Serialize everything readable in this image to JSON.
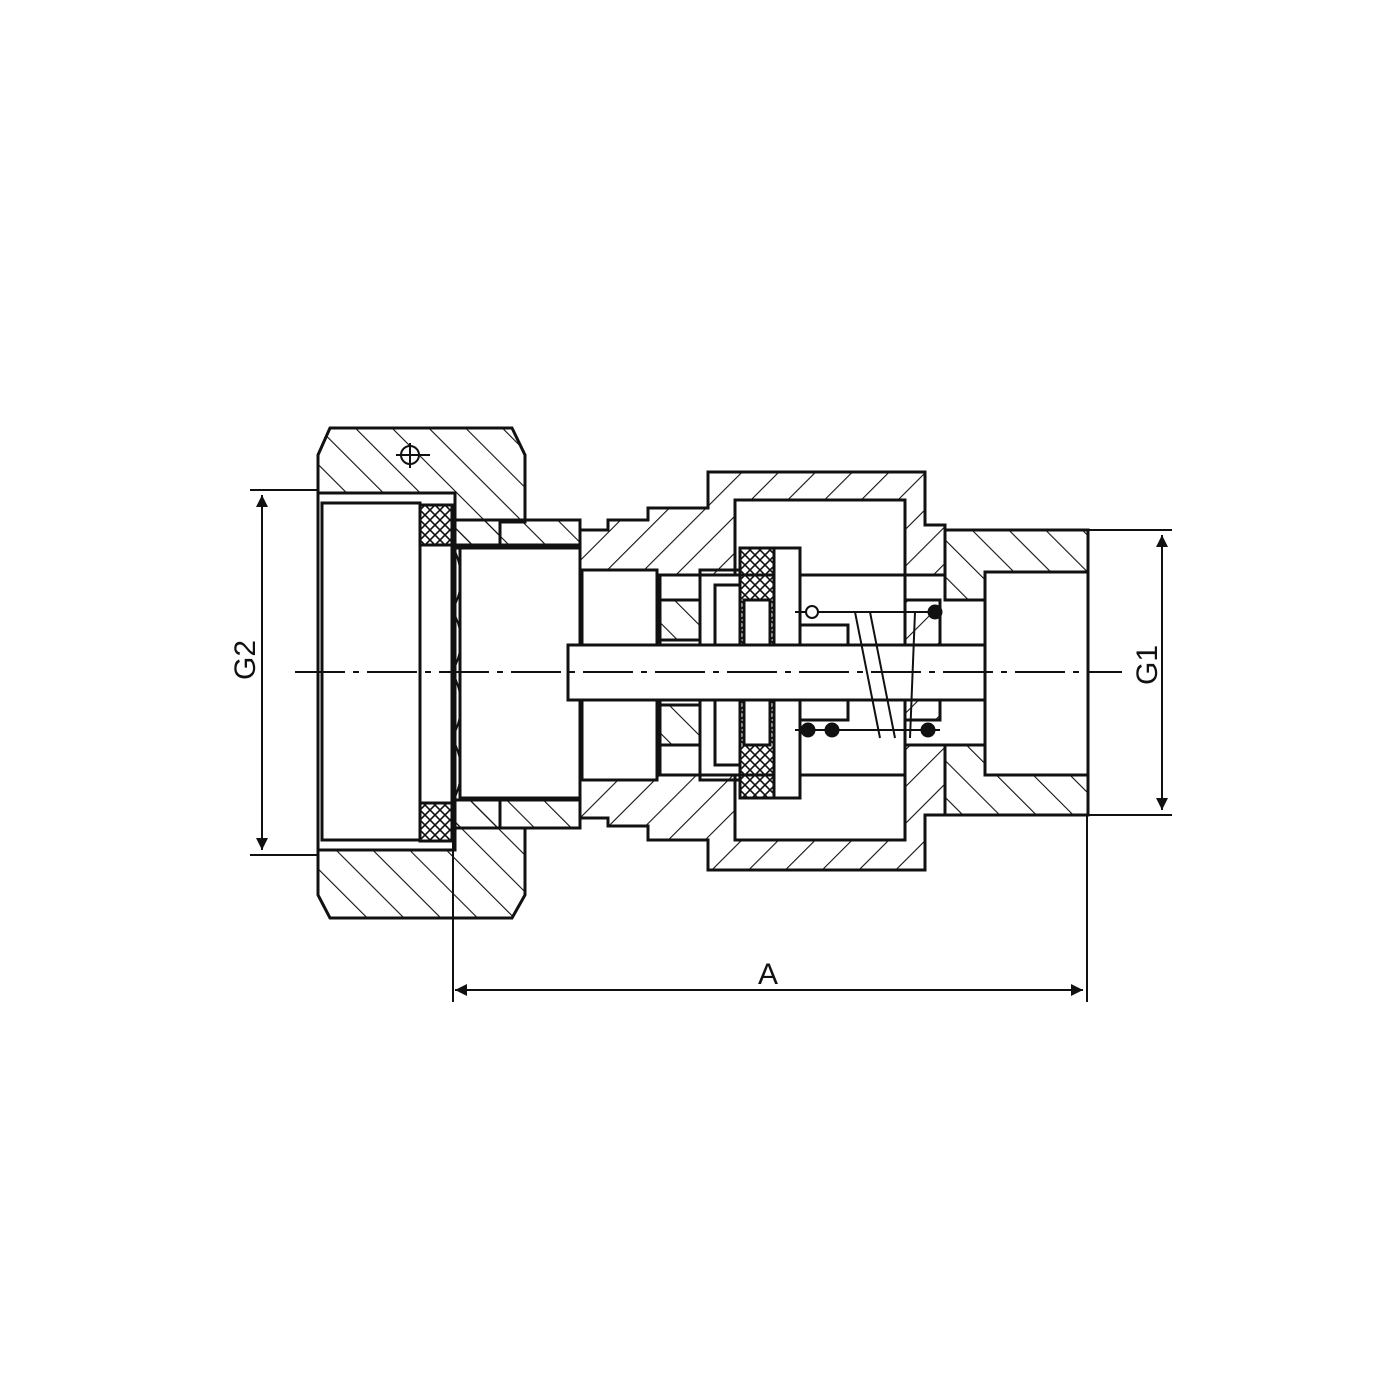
{
  "drawing": {
    "type": "cross-section of check valve union fitting",
    "dimensions": {
      "g2_label": "G2",
      "g1_label": "G1",
      "a_label": "A"
    },
    "line_color": "#111111",
    "background": "#ffffff"
  }
}
